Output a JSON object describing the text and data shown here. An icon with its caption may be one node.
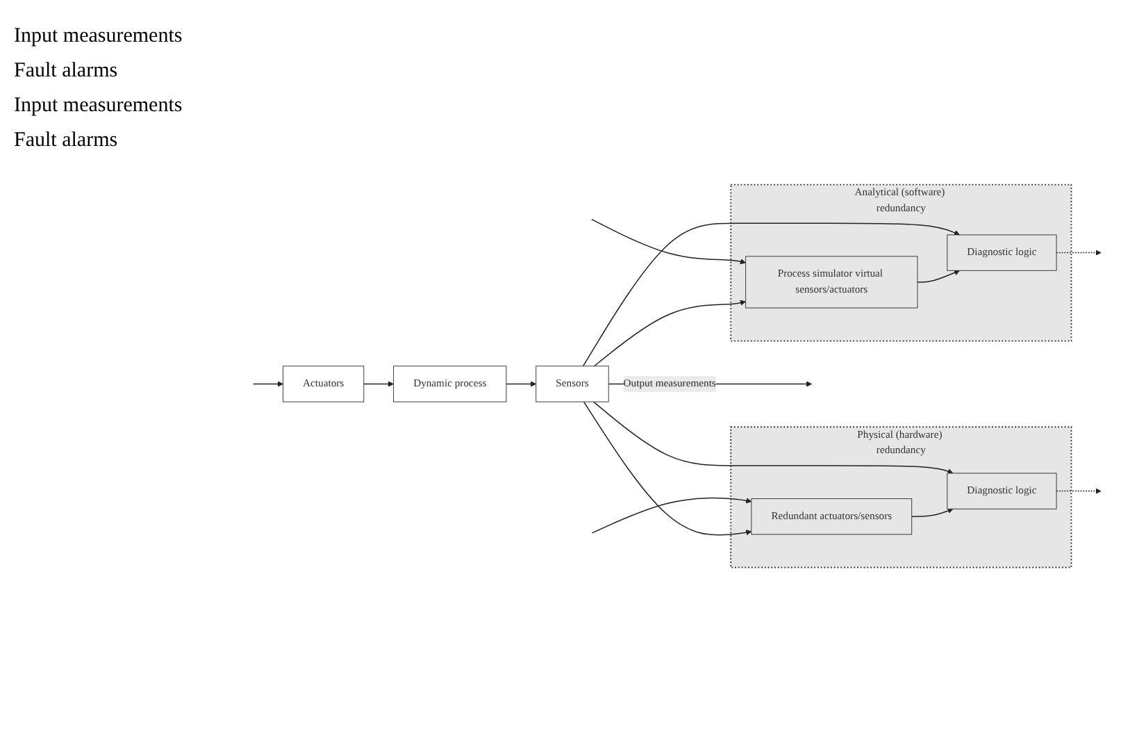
{
  "diagram": {
    "nodes": [
      {
        "text": [
          "Analytical (software) redundancy"
        ]
      },
      {
        "text": [
          "Process simulator virtual sensors/actuators"
        ],
        "in": 0
      },
      {
        "text": [
          "Diagnostic logic"
        ],
        "in": 0
      },
      {
        "text": [
          "Actuators"
        ]
      },
      {
        "text": [
          "Dynamic process"
        ]
      },
      {
        "text": [
          "Sensors"
        ]
      },
      {
        "text": [
          "Physical (hardware) redundancy"
        ]
      },
      {
        "text": [
          "Diagnostic logic"
        ],
        "in": 6
      },
      {
        "text": [
          "Redundant actuators/sensors"
        ],
        "in": 6
      }
    ],
    "edges": [
      {
        "from": null,
        "to": 3,
        "arrow": "to"
      },
      {
        "from": 3,
        "to": 4,
        "arrow": "to"
      },
      {
        "from": 4,
        "to": 5,
        "arrow": "to"
      },
      {
        "from": 5,
        "to": null,
        "arrow": "to",
        "label": "Output measurements"
      },
      {
        "from": null,
        "to": 1,
        "arrow": "to"
      },
      {
        "from": null,
        "to": 8,
        "arrow": "to"
      },
      {
        "from": 5,
        "to": 1,
        "arrow": "to"
      },
      {
        "from": 5,
        "to": 2,
        "arrow": "to"
      },
      {
        "from": 5,
        "to": 7,
        "arrow": "to"
      },
      {
        "from": 5,
        "to": 8,
        "arrow": "to"
      },
      {
        "from": 1,
        "to": 2,
        "arrow": "to"
      },
      {
        "from": 8,
        "to": 7,
        "arrow": "to"
      },
      {
        "from": 2,
        "to": null,
        "arrow": "to",
        "style": "dashed"
      },
      {
        "from": 7,
        "to": null,
        "arrow": "to",
        "style": "dashed"
      }
    ],
    "labels": [
      "Input measurements",
      "Fault alarms",
      "Input measurements",
      "Fault alarms"
    ]
  }
}
